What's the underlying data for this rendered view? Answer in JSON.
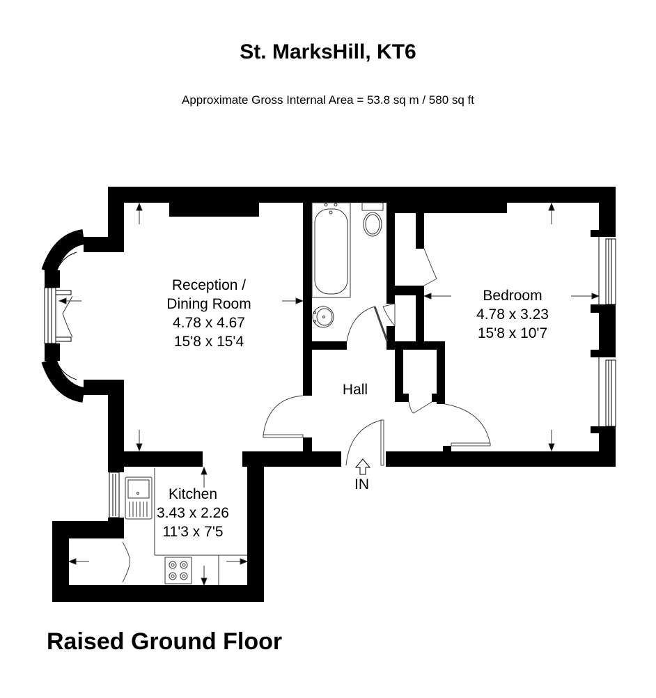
{
  "header": {
    "title": "St. MarksHill, KT6",
    "area": "Approximate Gross Internal Area = 53.8 sq m / 580 sq ft"
  },
  "rooms": {
    "reception": {
      "name_line1": "Reception /",
      "name_line2": "Dining Room",
      "metric": "4.78 x 4.67",
      "imperial": "15'8 x 15'4"
    },
    "bedroom": {
      "name": "Bedroom",
      "metric": "4.78 x 3.23",
      "imperial": "15'8 x 10'7"
    },
    "kitchen": {
      "name": "Kitchen",
      "metric": "3.43 x 2.26",
      "imperial": "11'3 x 7'5"
    },
    "hall": {
      "name": "Hall"
    }
  },
  "entrance": {
    "label": "IN",
    "icon": "entrance-arrow-icon"
  },
  "footer": {
    "floor": "Raised Ground Floor"
  },
  "colors": {
    "wall": "#000000",
    "background": "#ffffff",
    "line": "#444444"
  }
}
